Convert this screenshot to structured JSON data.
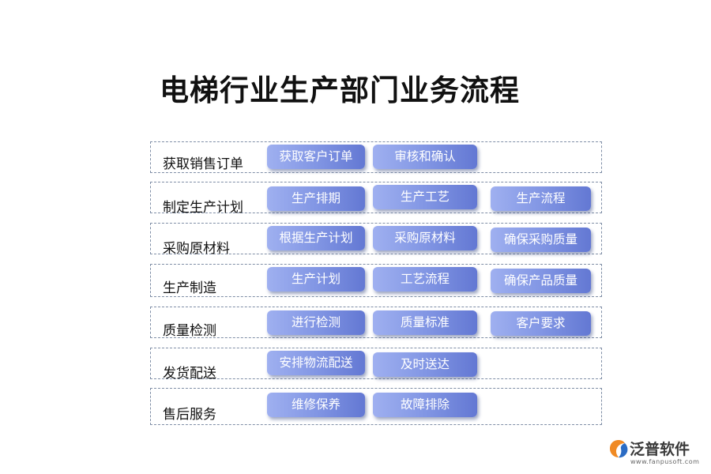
{
  "title": "电梯行业生产部门业务流程",
  "rows": [
    {
      "label": "获取销售订单",
      "items": [
        "获取客户订单",
        "审核和确认"
      ]
    },
    {
      "label": "制定生产计划",
      "items": [
        "生产排期",
        "生产工艺",
        "生产流程"
      ]
    },
    {
      "label": "采购原材料",
      "items": [
        "根据生产计划",
        "采购原材料",
        "确保采购质量"
      ]
    },
    {
      "label": "生产制造",
      "items": [
        "生产计划",
        "工艺流程",
        "确保产品质量"
      ]
    },
    {
      "label": "质量检测",
      "items": [
        "进行检测",
        "质量标准",
        "客户要求"
      ]
    },
    {
      "label": "发货配送",
      "items": [
        "安排物流配送",
        "及时送达"
      ]
    },
    {
      "label": "售后服务",
      "items": [
        "维修保养",
        "故障排除"
      ]
    }
  ],
  "brand": {
    "name": "泛普软件",
    "url": "www.fanpusoft.com",
    "logo_icon": "fanpu-logo-icon"
  },
  "colors": {
    "chip_gradient_start": "#9fb0f0",
    "chip_gradient_end": "#6378d3",
    "border": "#7f8ea6",
    "logo_orange": "#f08a24",
    "logo_blue": "#2b6cc4"
  }
}
